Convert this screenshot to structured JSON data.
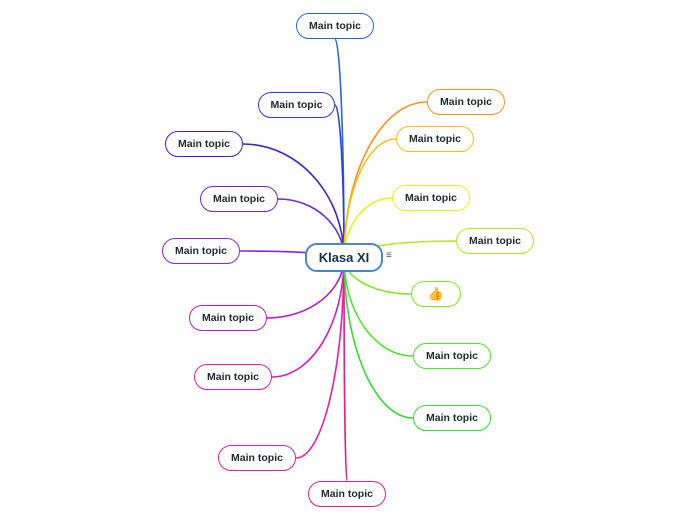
{
  "central": {
    "label": "Klasa XI"
  },
  "icons": {
    "notes": "notes-icon",
    "thumbs_up": "thumbs-up-icon"
  },
  "topics": [
    {
      "name": "topic-top",
      "label": "Main topic",
      "color": "#2a66d9"
    },
    {
      "name": "topic-upper-left-1",
      "label": "Main topic",
      "color": "#2a3fd0"
    },
    {
      "name": "topic-upper-left-2",
      "label": "Main topic",
      "color": "#3b23c8"
    },
    {
      "name": "topic-left-1",
      "label": "Main topic",
      "color": "#6a2ad0"
    },
    {
      "name": "topic-left-2",
      "label": "Main topic",
      "color": "#8a2ad0"
    },
    {
      "name": "topic-lower-left-1",
      "label": "Main topic",
      "color": "#b020c8"
    },
    {
      "name": "topic-lower-left-2",
      "label": "Main topic",
      "color": "#d020b8"
    },
    {
      "name": "topic-lower-left-3",
      "label": "Main topic",
      "color": "#e020a0"
    },
    {
      "name": "topic-bottom",
      "label": "Main topic",
      "color": "#e02088"
    },
    {
      "name": "topic-upper-right-1",
      "label": "Main topic",
      "color": "#f0961e"
    },
    {
      "name": "topic-upper-right-2",
      "label": "Main topic",
      "color": "#f0c01e"
    },
    {
      "name": "topic-right-1",
      "label": "Main topic",
      "color": "#e6f01e"
    },
    {
      "name": "topic-right-2",
      "label": "Main topic",
      "color": "#b4e62a"
    },
    {
      "name": "topic-right-thumb",
      "label": "",
      "color": "#7ee62a"
    },
    {
      "name": "topic-lower-right-1",
      "label": "Main topic",
      "color": "#4ee62a"
    },
    {
      "name": "topic-lower-right-2",
      "label": "Main topic",
      "color": "#3ad83a"
    }
  ]
}
